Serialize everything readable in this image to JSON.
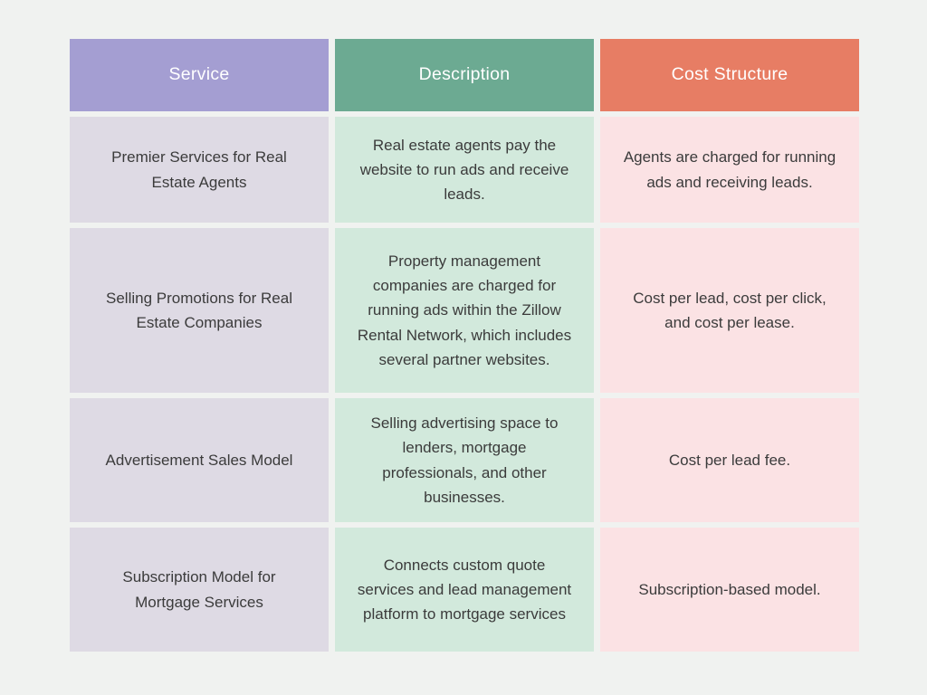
{
  "colors": {
    "background": "#f0f2f0",
    "header_service_bg": "#a49ed2",
    "header_description_bg": "#6caa92",
    "header_cost_bg": "#e77d64",
    "cell_service_bg": "#dedae4",
    "cell_description_bg": "#d2e9dc",
    "cell_cost_bg": "#fbe2e4",
    "header_text": "#ffffff",
    "body_text": "#3b3b3b"
  },
  "table": {
    "columns": [
      {
        "label": "Service"
      },
      {
        "label": "Description"
      },
      {
        "label": "Cost Structure"
      }
    ],
    "rows": [
      {
        "service": "Premier Services for Real Estate Agents",
        "description": "Real estate agents pay the website to run ads and receive leads.",
        "cost": "Agents are charged for running ads and receiving leads."
      },
      {
        "service": "Selling Promotions for Real Estate Companies",
        "description": "Property management companies are charged for running ads within the Zillow Rental Network, which includes several partner websites.",
        "cost": "Cost per lead, cost per click, and cost per lease."
      },
      {
        "service": "Advertisement Sales Model",
        "description": "Selling advertising space to lenders, mortgage professionals, and other businesses.",
        "cost": "Cost per lead fee."
      },
      {
        "service": "Subscription Model for Mortgage Services",
        "description": "Connects custom quote services and lead management platform to mortgage services",
        "cost": "Subscription-based model."
      }
    ]
  }
}
